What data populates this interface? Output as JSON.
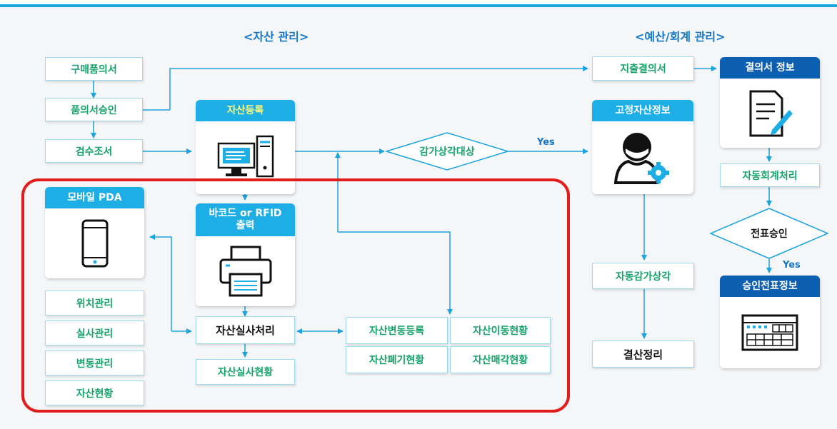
{
  "sections": {
    "asset_mgmt": "<자산 관리>",
    "budget_mgmt": "<예산/회계 관리>"
  },
  "left_flow": {
    "purchase_request": "구매품의서",
    "request_approval": "품의서승인",
    "inspection": "검수조서"
  },
  "asset_registration": {
    "header": "자산등록"
  },
  "barcode": {
    "header": "바코드 or RFID 출력"
  },
  "depreciation_decision": "감가상각대상",
  "yes_label": "Yes",
  "mobile_pda": {
    "header": "모바일 PDA",
    "items": [
      "위치관리",
      "실사관리",
      "변동관리",
      "자산현황"
    ]
  },
  "inventory_processing": "자산실사처리",
  "inventory_status": "자산실사현황",
  "change_boxes": [
    "자산변동등록",
    "자산이동현황",
    "자산폐기현황",
    "자산매각현황"
  ],
  "expenditure_resolution": "지출결의서",
  "fixed_asset_info": {
    "header": "고정자산정보"
  },
  "auto_depreciation": "자동감가상각",
  "closing": "결산정리",
  "resolution_info": {
    "header": "결의서 정보"
  },
  "auto_accounting": "자동회계처리",
  "voucher_approval": "전표승인",
  "approved_voucher_info": {
    "header": "승인전표정보"
  },
  "colors": {
    "accent_blue": "#1daee5",
    "navy": "#0d5fb2",
    "green_text": "#16a36b",
    "red_frame": "#e21b1b",
    "arrow": "#1aa3dc"
  }
}
